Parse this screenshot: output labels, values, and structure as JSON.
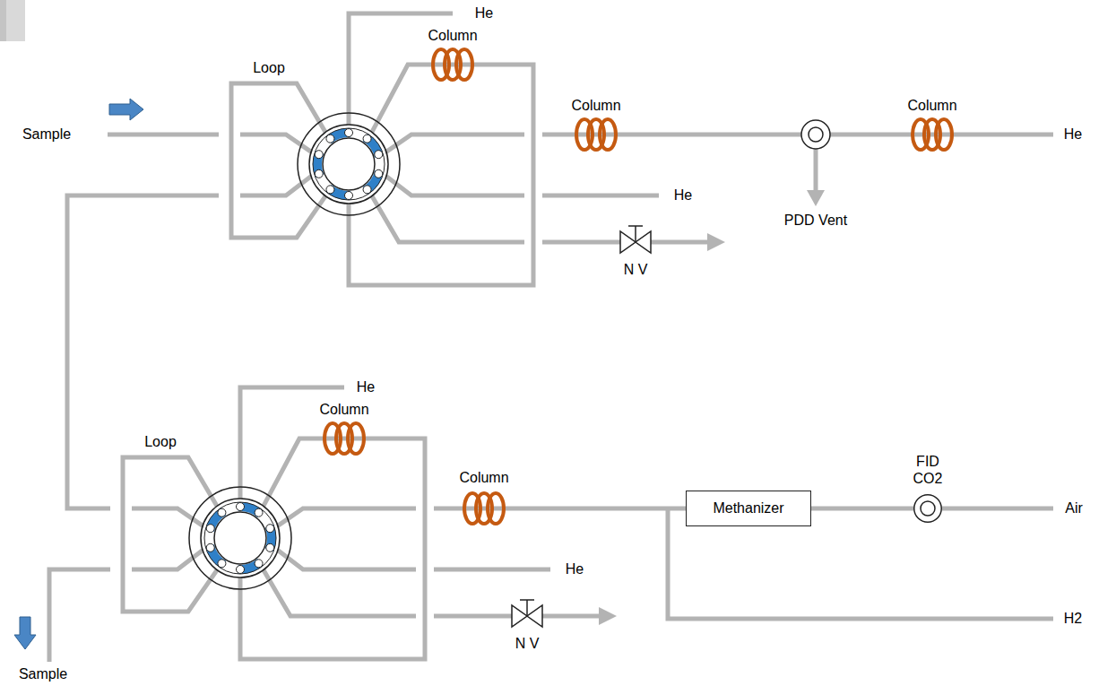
{
  "diagram": {
    "nodes": [
      {
        "text": [
          "Methanizer"
        ]
      },
      {
        "text": [
          "FID CO2"
        ]
      }
    ],
    "edges": [
      {
        "from": 0,
        "to": 1,
        "arrow": "none"
      }
    ],
    "labels": [
      "He",
      "Loop",
      "Column",
      "Column",
      "Column",
      "Sample",
      "He",
      "N V",
      "PDD Vent",
      "He",
      "He",
      "Loop",
      "Column",
      "Column",
      "He",
      "N V",
      "Air",
      "H2",
      "Sample"
    ]
  }
}
